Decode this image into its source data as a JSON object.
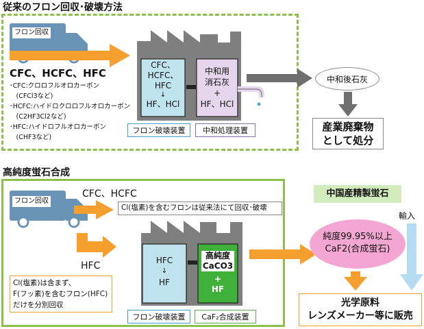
{
  "top": {
    "title": "従来のフロン回収･破壊方法",
    "truck_label": "フロン回収",
    "gases": "CFC、HCFC、HFC",
    "definitions": [
      "･CFC:クロロフルオロカーボン",
      "　(CFCl3など)",
      "･HCFC:ハイドロクロロフルオロカーボン",
      "　(C2HF3Cl2など)",
      "･HFC:ハイドロフルオロカーボン",
      "　(CHF3など)"
    ],
    "reactor_lines": [
      "CFC、",
      "HCFC、",
      "HFC",
      "↓",
      "HF、HCl"
    ],
    "neutralizer_lines": [
      "中和用",
      "消石灰",
      "+",
      "HF、HCl"
    ],
    "destruction_label": "フロン破壊装置",
    "neutralization_label": "中和処理装置",
    "output_label": "中和後石灰",
    "waste_lines": [
      "産業廃棄物",
      "として処分"
    ]
  },
  "bottom": {
    "title": "高純度蛍石合成",
    "truck_label": "フロン回収",
    "gases_cfc": "CFC、HCFC",
    "note_cl": "Cl(塩素)を含むフロンは従来法にて回収･破壊",
    "hfc_label": "HFC",
    "note_box_lines": [
      "Cl(塩素)は含まず、",
      "F(フッ素)を含むフロン(HFC)",
      "だけを分別回収"
    ],
    "reactor_lines": [
      "HFC",
      "↓",
      "HF"
    ],
    "synth_lines": [
      "高純度",
      "CaCO3",
      "+",
      "HF"
    ],
    "destruction_label": "フロン破壊装置",
    "synth_label": "CaF₂合成装置",
    "china_label": "中国産精製蛍石",
    "import_label": "輸入",
    "purity_lines": [
      "純度99.95%以上",
      "CaF2(合成蛍石)"
    ],
    "sale_lines": [
      "光学原料",
      "レンズメーカー等に販売"
    ]
  }
}
